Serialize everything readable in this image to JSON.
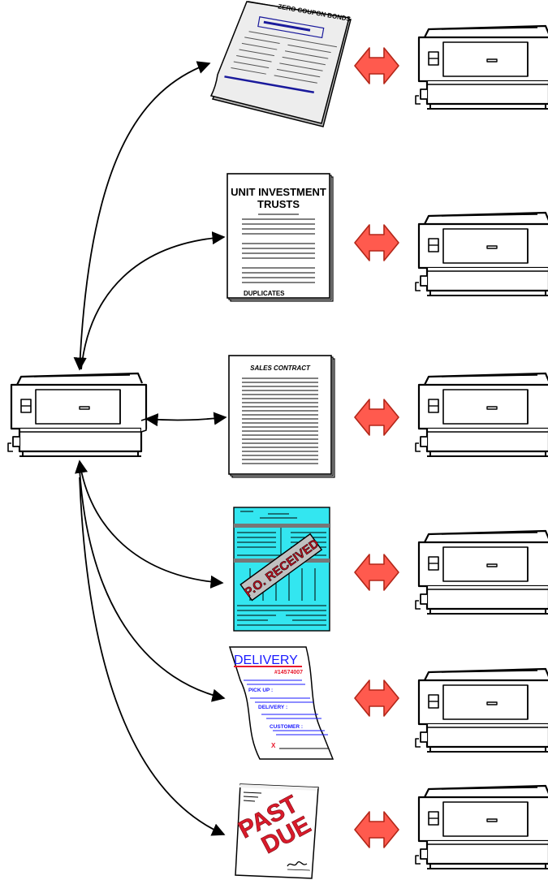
{
  "documents": {
    "zero_coupon": {
      "title": "ZERO COUPON BONDS"
    },
    "unit_trusts": {
      "title_line1": "UNIT INVESTMENT",
      "title_line2": "TRUSTS",
      "footer": "DUPLICATES"
    },
    "sales_contract": {
      "title": "SALES CONTRACT"
    },
    "po_received": {
      "stamp": "P.O. RECEIVED"
    },
    "delivery": {
      "title": "DELIVERY",
      "number": "#14574007",
      "pickup_label": "PICK UP :",
      "delivery_label": "DELIVERY :",
      "customer_label": "CUSTOMER :",
      "signature_mark": "X"
    },
    "past_due": {
      "stamp_line1": "PAST",
      "stamp_line2": "DUE"
    }
  },
  "colors": {
    "outline": "#000000",
    "double_arrow_fill": "#ff5a4e",
    "double_arrow_stroke": "#b32618",
    "po_background": "#33e6f0",
    "delivery_title": "#1a1aff",
    "delivery_accent": "#e8192c",
    "zero_coupon_rule": "#1a1a9c",
    "past_due_stamp": "#d91a2a"
  }
}
